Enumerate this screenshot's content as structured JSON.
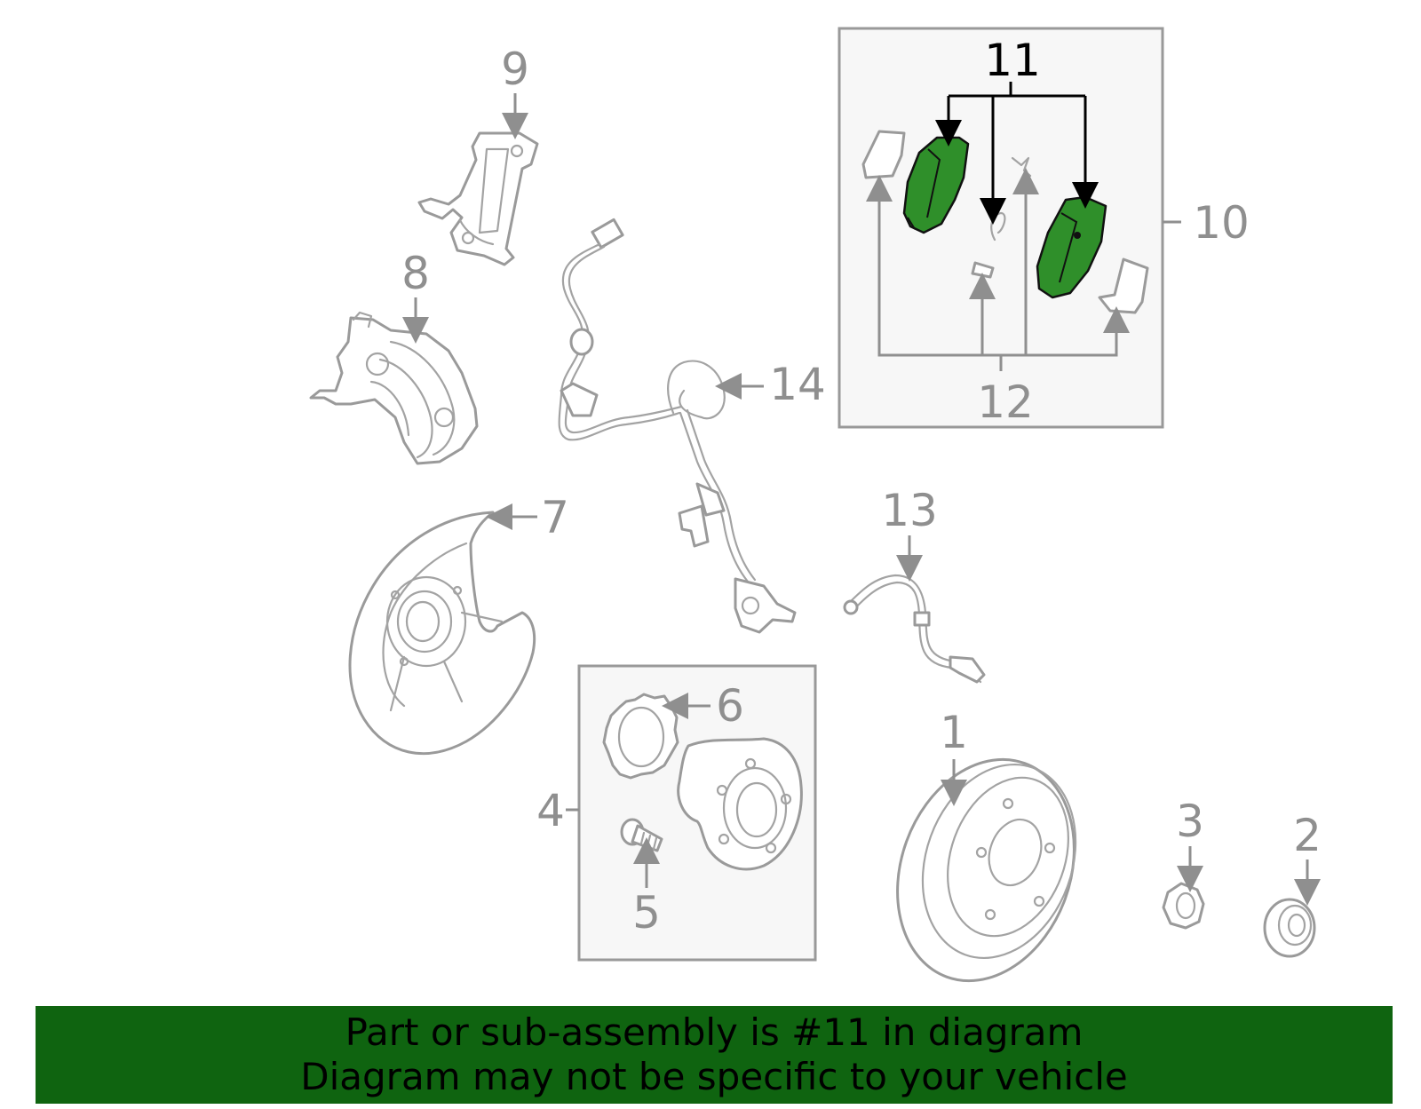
{
  "diagram": {
    "callouts": [
      {
        "id": "1",
        "label": "1"
      },
      {
        "id": "2",
        "label": "2"
      },
      {
        "id": "3",
        "label": "3"
      },
      {
        "id": "4",
        "label": "4"
      },
      {
        "id": "5",
        "label": "5"
      },
      {
        "id": "6",
        "label": "6"
      },
      {
        "id": "7",
        "label": "7"
      },
      {
        "id": "8",
        "label": "8"
      },
      {
        "id": "9",
        "label": "9"
      },
      {
        "id": "10",
        "label": "10"
      },
      {
        "id": "11",
        "label": "11"
      },
      {
        "id": "12",
        "label": "12"
      },
      {
        "id": "13",
        "label": "13"
      },
      {
        "id": "14",
        "label": "14"
      }
    ],
    "highlighted_part": "11"
  },
  "banner": {
    "line1": "Part or sub-assembly is #11 in diagram",
    "line2": "Diagram may not be specific to your vehicle"
  },
  "colors": {
    "banner_bg": "#0f6410",
    "highlight_pad": "#2f8f2a",
    "line_gray": "#8f8f8f",
    "box_bg": "#f7f7f7"
  }
}
